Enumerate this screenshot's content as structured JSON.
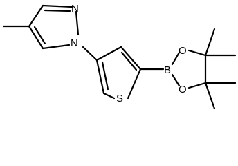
{
  "atoms": {
    "n_upper": "N",
    "n_lower": "N",
    "s": "S",
    "b": "B",
    "o_upper": "O",
    "o_lower": "O"
  },
  "colors": {
    "bond": "#000000",
    "label": "#000000",
    "background": "#ffffff"
  }
}
